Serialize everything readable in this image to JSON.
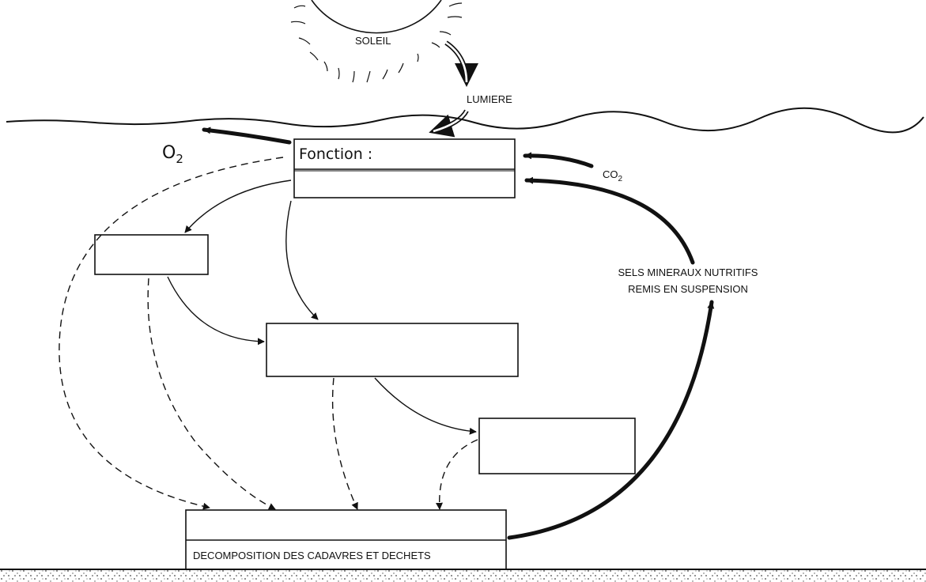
{
  "diagram": {
    "sun_label": "SOLEIL",
    "light_label": "LUMIERE",
    "o2_label": "O",
    "o2_subscript": "2",
    "co2_label": "CO",
    "co2_subscript": "2",
    "producer_box_label": "Fonction :",
    "minerals_label_line1": "SELS MINERAUX NUTRITIFS",
    "minerals_label_line2": "REMIS EN SUSPENSION",
    "decomposition_label": "DECOMPOSITION DES CADAVRES ET DECHETS"
  }
}
